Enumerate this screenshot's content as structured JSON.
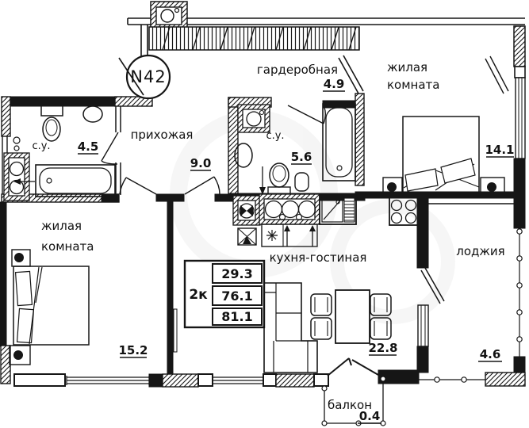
{
  "floor_plan": {
    "apartment_number": "N42",
    "stamp": {
      "type": "2к",
      "row1": "29.3",
      "row2": "76.1",
      "row3": "81.1"
    },
    "rooms": {
      "hallway": {
        "name": "прихожая",
        "area": "9.0"
      },
      "bathroom_small": {
        "name": "с.у.",
        "area": "4.5"
      },
      "bathroom_large": {
        "name": "с.у.",
        "area": "5.6"
      },
      "wardrobe": {
        "name": "гардеробная",
        "area": "4.9"
      },
      "bedroom_right": {
        "name_line1": "жилая",
        "name_line2": "комната",
        "area": "14.1"
      },
      "bedroom_left": {
        "name_line1": "жилая",
        "name_line2": "комната",
        "area": "15.2"
      },
      "kitchen_living": {
        "name": "кухня-гостиная",
        "area": "22.8"
      },
      "loggia": {
        "name": "лоджия",
        "area": "4.6"
      },
      "balcony": {
        "name": "балкон",
        "area": "0.4"
      }
    },
    "colors": {
      "ink": "#161616",
      "paper": "#ffffff"
    }
  }
}
